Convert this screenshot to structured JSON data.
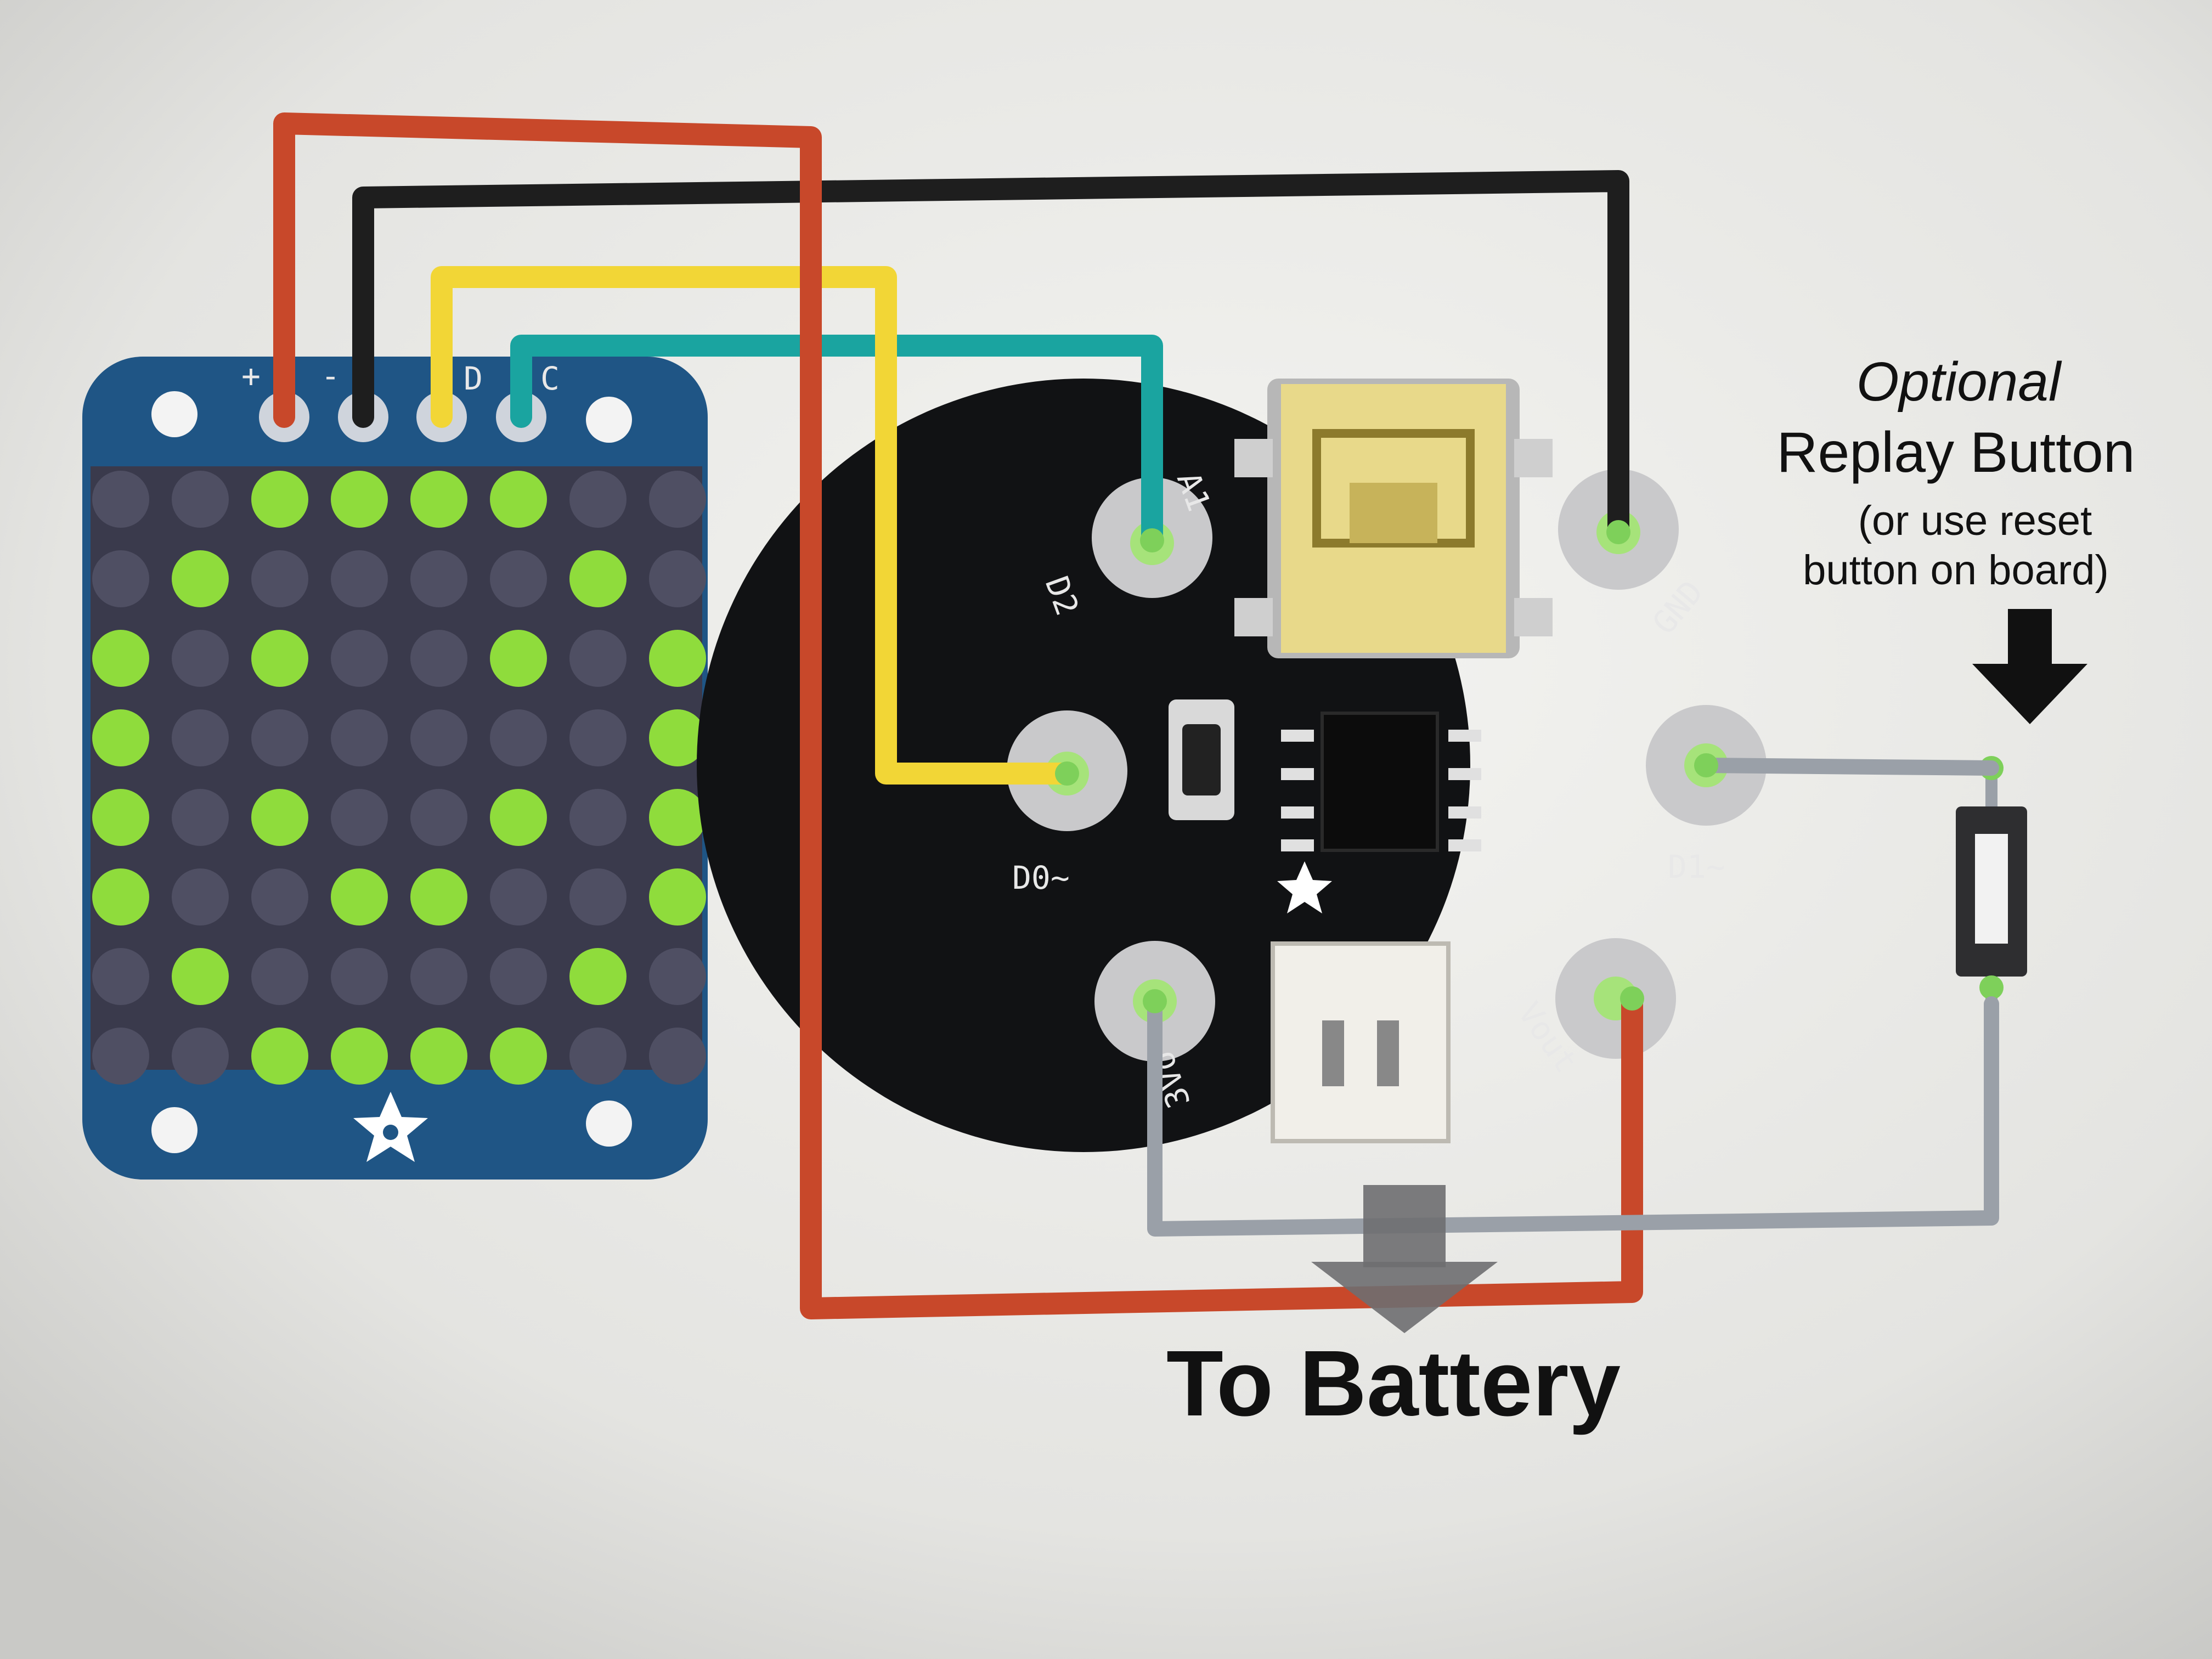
{
  "matrix": {
    "pin_labels": [
      "+",
      "-",
      "D",
      "C"
    ],
    "lit_rows": [
      "..####..",
      ".#....#.",
      "#.#..#.#",
      "#......#",
      "#.#..#.#",
      "#..##..#",
      ".#....#.",
      "..####.."
    ],
    "led_on_color": "#8fdc3c",
    "led_off_color": "#4f4f63",
    "board_color": "#1f5585"
  },
  "gemma": {
    "pin_labels": {
      "a1": "A1",
      "d2": "D2",
      "d0": "D0~",
      "gnd": "GND",
      "d1": "D1~",
      "v3": "3Vo",
      "vout": "Vout"
    }
  },
  "button_note": {
    "title_italic": "Optional",
    "title": "Replay Button",
    "note_line1": "(or use reset",
    "note_line2": "button on board)"
  },
  "battery": {
    "label": "To Battery"
  },
  "wire_colors": {
    "power": "#c8482a",
    "ground": "#1e1e1e",
    "data": "#f2d636",
    "clock": "#1aa4a0",
    "button": "#9aa0a8"
  },
  "icons": [
    "adafruit-star-icon",
    "arrow-down-icon",
    "push-button-icon"
  ]
}
